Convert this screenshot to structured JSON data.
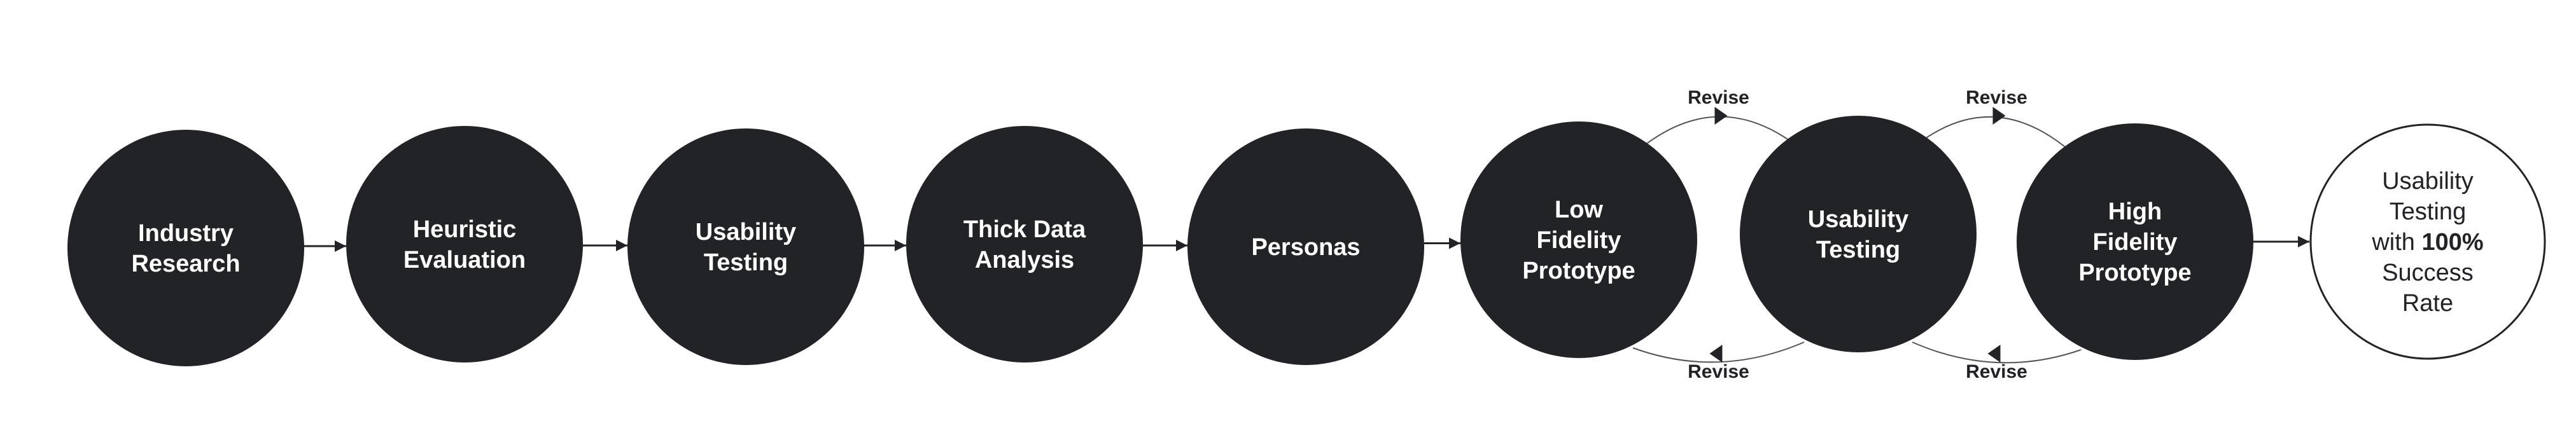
{
  "colors": {
    "node_fill": "#222327",
    "text_light": "#ffffff",
    "line": "#222327",
    "arc": "#555555"
  },
  "nodes": [
    {
      "lines": [
        "Industry",
        "Research"
      ]
    },
    {
      "lines": [
        "Heuristic",
        "Evaluation"
      ]
    },
    {
      "lines": [
        "Usability",
        "Testing"
      ]
    },
    {
      "lines": [
        "Thick Data",
        "Analysis"
      ]
    },
    {
      "lines": [
        "Personas"
      ]
    },
    {
      "lines": [
        "Low",
        "Fidelity",
        "Prototype"
      ]
    },
    {
      "lines": [
        "Usability",
        "Testing"
      ]
    },
    {
      "lines": [
        "High",
        "Fidelity",
        "Prototype"
      ]
    }
  ],
  "final_node": {
    "line1": "Usability",
    "line2": "Testing",
    "line3_prefix": "with ",
    "line3_bold": "100%",
    "line4": "Success",
    "line5": "Rate"
  },
  "revise_loops": [
    {
      "top_label": "Revise",
      "bottom_label": "Revise"
    },
    {
      "top_label": "Revise",
      "bottom_label": "Revise"
    }
  ]
}
